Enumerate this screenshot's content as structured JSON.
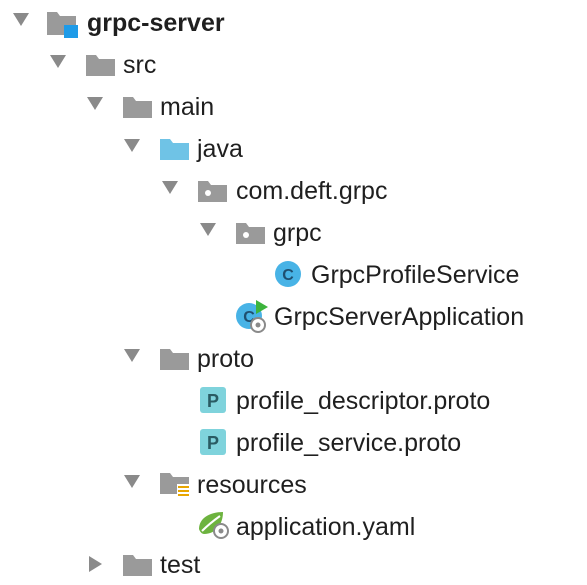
{
  "tree": {
    "root": "grpc-server",
    "src": "src",
    "main": "main",
    "java": "java",
    "pkg": "com.deft.grpc",
    "subpkg": "grpc",
    "profile_service": "GrpcProfileService",
    "server_app": "GrpcServerApplication",
    "proto": "proto",
    "descriptor": "profile_descriptor.proto",
    "service_proto": "profile_service.proto",
    "resources": "resources",
    "app_yaml": "application.yaml",
    "test": "test"
  },
  "glyphs": {
    "class_letter": "C",
    "proto_letter": "P"
  },
  "colors": {
    "folder_gray": "#9a9a9a",
    "source_folder_blue": "#6fc3e6",
    "class_blue": "#48b3e6",
    "proto_teal": "#7fd3dc",
    "spring_green": "#6db33f",
    "module_square": "#1e9be8"
  }
}
